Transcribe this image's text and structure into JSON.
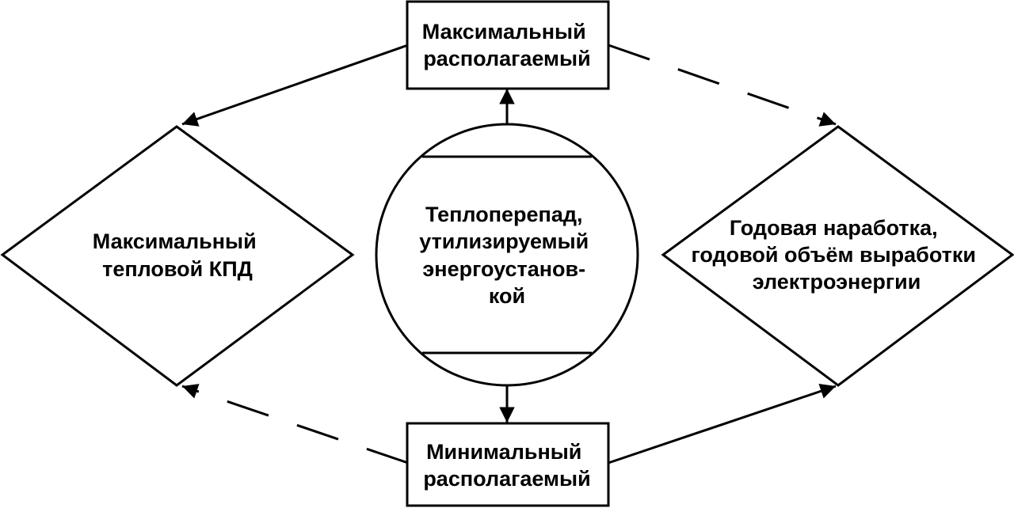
{
  "diagram": {
    "top_box": {
      "lines": [
        "Максимальный",
        "располагаемый"
      ]
    },
    "bottom_box": {
      "lines": [
        "Минимальный",
        "располагаемый"
      ]
    },
    "left_diamond": {
      "lines": [
        "Максимальный",
        "тепловой КПД"
      ]
    },
    "right_diamond": {
      "lines": [
        "Годовая наработка,",
        "годовой объём выработки",
        "электроэнергии"
      ]
    },
    "center_circle": {
      "lines": [
        "Теплоперепад,",
        "утилизируемый",
        "энергоустанов-",
        "кой"
      ]
    }
  },
  "colors": {
    "stroke": "#000000",
    "background": "#ffffff"
  }
}
